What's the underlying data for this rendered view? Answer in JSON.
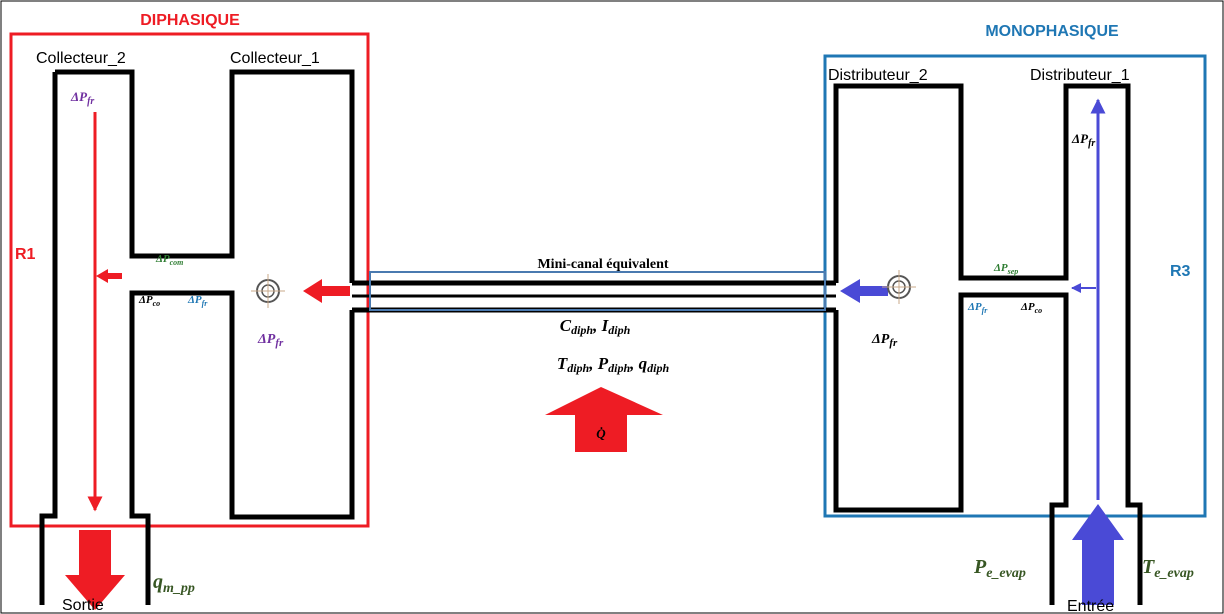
{
  "zones": {
    "diphasique": {
      "label": "DIPHASIQUE",
      "color": "#ee1c24"
    },
    "monophasique": {
      "label": "MONOPHASIQUE",
      "color": "#1f77b4"
    }
  },
  "regions": {
    "r1": "R1",
    "r3": "R3"
  },
  "components": {
    "collecteur_2": "Collecteur_2",
    "collecteur_1": "Collecteur_1",
    "distributeur_2": "Distributeur_2",
    "distributeur_1": "Distributeur_1"
  },
  "channel": {
    "title": "Mini-canal équivalent",
    "vars_line1": {
      "c": "C",
      "c_sub": "diph",
      "i": "I",
      "i_sub": "diph"
    },
    "vars_line2": {
      "t": "T",
      "t_sub": "diph",
      "p": "P",
      "p_sub": "diph",
      "q": "q",
      "q_sub": "diph"
    }
  },
  "heat_label": "Q̇",
  "pressure_drops": {
    "delta": "ΔP",
    "fr": "fr",
    "com": "com",
    "co": "co",
    "sep": "sep"
  },
  "io": {
    "outlet": "Sortie",
    "inlet": "Entrée",
    "qm": "q",
    "qm_sub": "m_pp",
    "pe": "P",
    "pe_sub": "e_evap",
    "te": "T",
    "te_sub": "e_evap"
  },
  "colors": {
    "red": "#ee1c24",
    "blue": "#1f77b4",
    "flow_blue": "#4a4ad6",
    "purple": "#7030a0",
    "green": "#2e7d32",
    "dark_green": "#375623",
    "channel_box": "#4a7ab0"
  }
}
